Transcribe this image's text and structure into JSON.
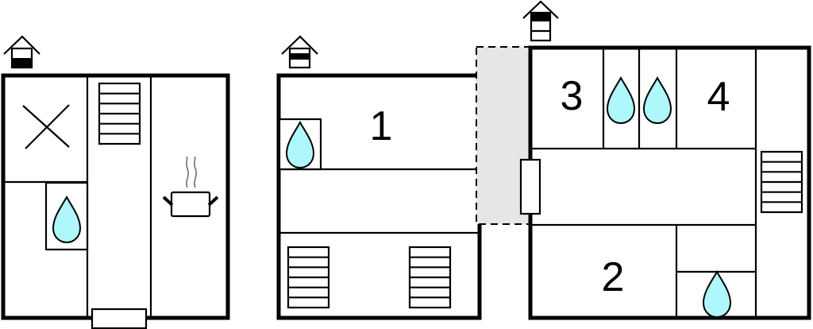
{
  "floorplans": [
    {
      "name": "ground-floor",
      "rooms": []
    },
    {
      "name": "first-floor",
      "rooms": [
        {
          "label": "1"
        }
      ]
    },
    {
      "name": "second-floor",
      "rooms": [
        {
          "label": "3"
        },
        {
          "label": "4"
        },
        {
          "label": "2"
        }
      ]
    }
  ],
  "colors": {
    "water": "#aef7fb",
    "outdoor": "#e6e6e6",
    "steam": "#888888"
  }
}
